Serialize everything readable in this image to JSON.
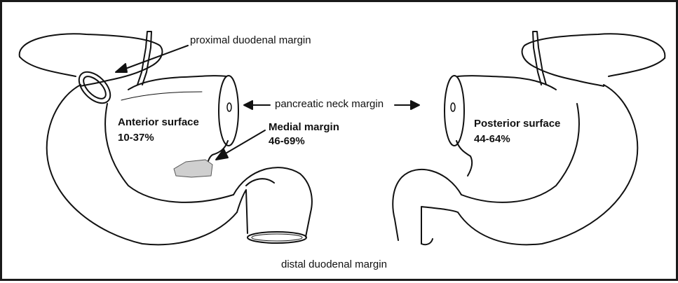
{
  "labels": {
    "proximal_duodenal_margin": "proximal duodenal margin",
    "pancreatic_neck_margin": "pancreatic neck margin",
    "distal_duodenal_margin": "distal duodenal margin",
    "anterior_surface": {
      "title": "Anterior surface",
      "range": "10-37%"
    },
    "medial_margin": {
      "title": "Medial margin",
      "range": "46-69%"
    },
    "posterior_surface": {
      "title": "Posterior surface",
      "range": "44-64%"
    }
  },
  "colors": {
    "ink": "#111111",
    "background": "#ffffff",
    "frame": "#1a1a1a"
  }
}
